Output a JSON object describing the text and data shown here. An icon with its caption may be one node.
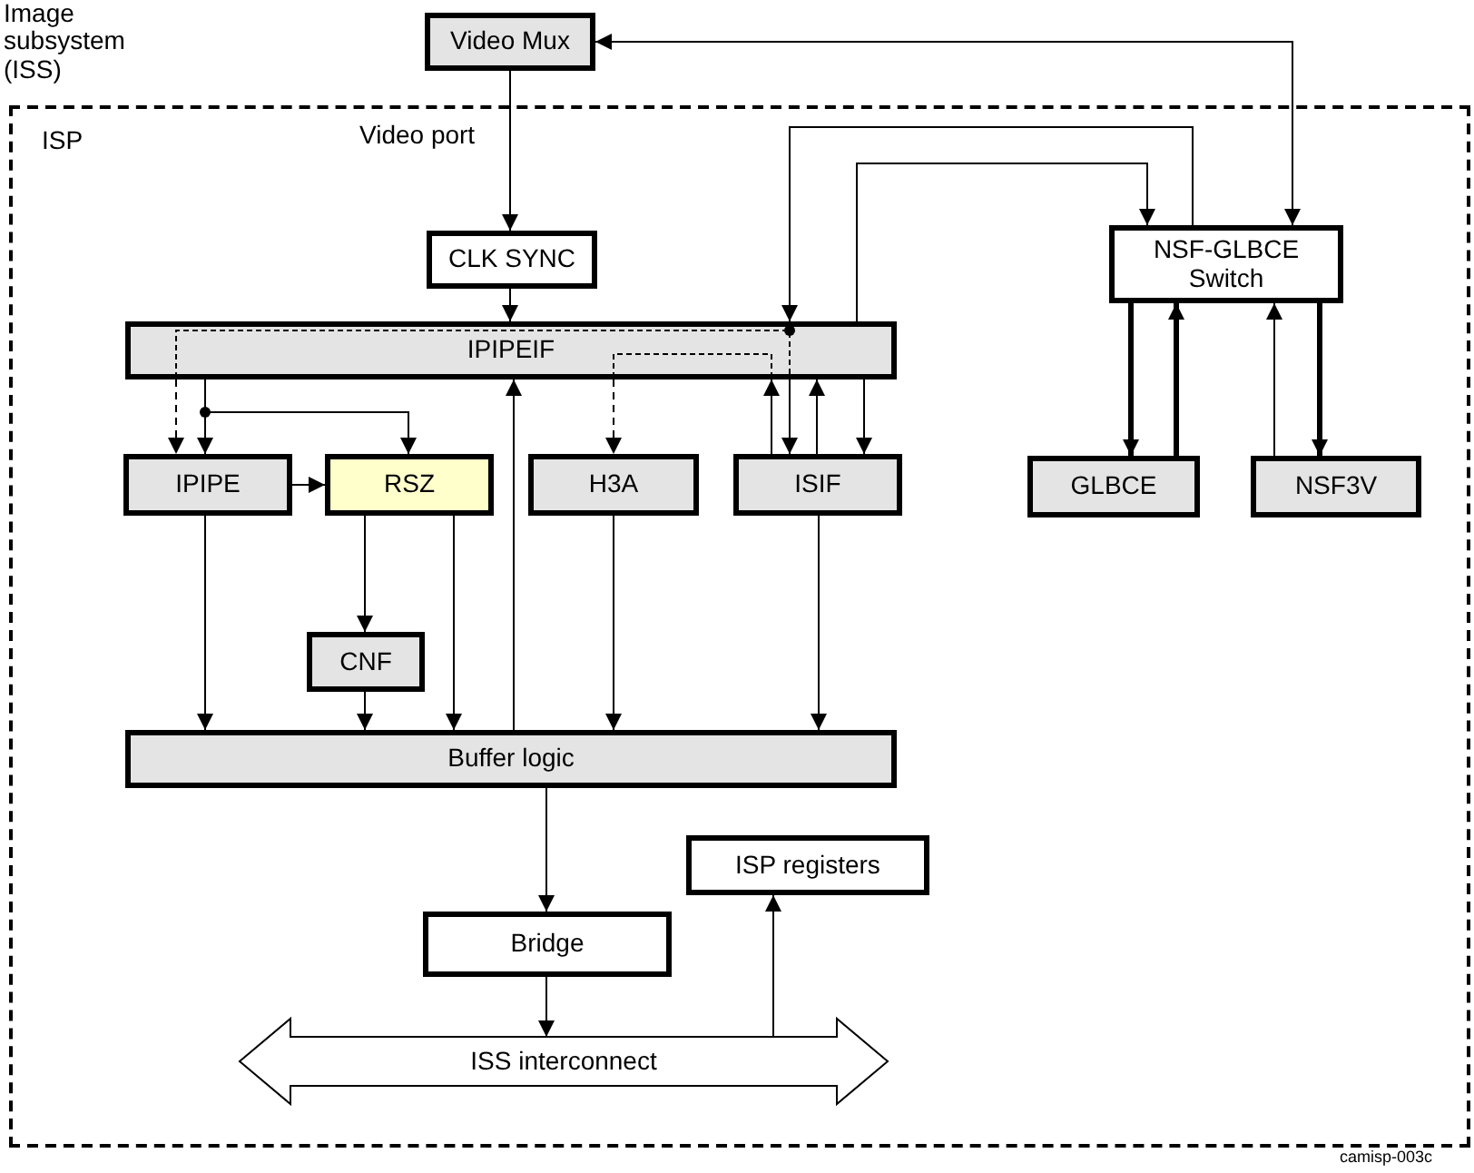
{
  "diagram": {
    "nodes": [
      {
        "text": [
          "ISP"
        ]
      },
      {
        "text": [
          "Video Mux"
        ]
      },
      {
        "text": [
          "CLK SYNC"
        ],
        "in": 0
      },
      {
        "text": [
          "IPIPEIF"
        ],
        "in": 0
      },
      {
        "text": [
          "IPIPE"
        ],
        "in": 0
      },
      {
        "text": [
          "RSZ"
        ],
        "in": 0
      },
      {
        "text": [
          "H3A"
        ],
        "in": 0
      },
      {
        "text": [
          "ISIF"
        ],
        "in": 0
      },
      {
        "text": [
          "NSF-GLBCE Switch"
        ],
        "in": 0
      },
      {
        "text": [
          "GLBCE"
        ],
        "in": 0
      },
      {
        "text": [
          "NSF3V"
        ],
        "in": 0
      },
      {
        "text": [
          "CNF"
        ],
        "in": 0
      },
      {
        "text": [
          "Buffer logic"
        ],
        "in": 0
      },
      {
        "text": [
          "ISP registers"
        ],
        "in": 0
      },
      {
        "text": [
          "Bridge"
        ],
        "in": 0
      },
      {
        "text": [
          "ISS interconnect"
        ],
        "in": 0
      }
    ],
    "edges": [
      {
        "from": 1,
        "to": 2,
        "arrow": "to",
        "label": "Video port"
      },
      {
        "from": 2,
        "to": 3,
        "arrow": "to"
      },
      {
        "from": 8,
        "to": 1,
        "arrow": "both"
      },
      {
        "from": 8,
        "to": 3,
        "arrow": "to"
      },
      {
        "from": 3,
        "to": 8,
        "arrow": "to"
      },
      {
        "from": 3,
        "to": 7,
        "arrow": "to"
      },
      {
        "from": 3,
        "to": 4,
        "arrow": "to",
        "style": "dashed"
      },
      {
        "from": 3,
        "to": 4,
        "arrow": "to"
      },
      {
        "from": 3,
        "to": 5,
        "arrow": "to"
      },
      {
        "from": 4,
        "to": 5,
        "arrow": "to"
      },
      {
        "from": 7,
        "to": 3,
        "arrow": "to"
      },
      {
        "from": 3,
        "to": 6,
        "arrow": "to",
        "style": "dashed"
      },
      {
        "from": 7,
        "to": 3,
        "arrow": "to"
      },
      {
        "from": 3,
        "to": 7,
        "arrow": "to"
      },
      {
        "from": 8,
        "to": 9,
        "arrow": "to",
        "style": "thick"
      },
      {
        "from": 9,
        "to": 8,
        "arrow": "to",
        "style": "thick"
      },
      {
        "from": 10,
        "to": 8,
        "arrow": "to"
      },
      {
        "from": 8,
        "to": 10,
        "arrow": "to",
        "style": "thick"
      },
      {
        "from": 4,
        "to": 12,
        "arrow": "to"
      },
      {
        "from": 5,
        "to": 11,
        "arrow": "to"
      },
      {
        "from": 11,
        "to": 12,
        "arrow": "to"
      },
      {
        "from": 5,
        "to": 12,
        "arrow": "to"
      },
      {
        "from": 12,
        "to": 3,
        "arrow": "to"
      },
      {
        "from": 6,
        "to": 12,
        "arrow": "to"
      },
      {
        "from": 7,
        "to": 12,
        "arrow": "to"
      },
      {
        "from": 12,
        "to": 14,
        "arrow": "to"
      },
      {
        "from": 14,
        "to": 15,
        "arrow": "to"
      },
      {
        "from": 15,
        "to": 13,
        "arrow": "to"
      }
    ],
    "labels": [
      "Image subsystem (ISS)",
      "camisp-003c"
    ]
  }
}
